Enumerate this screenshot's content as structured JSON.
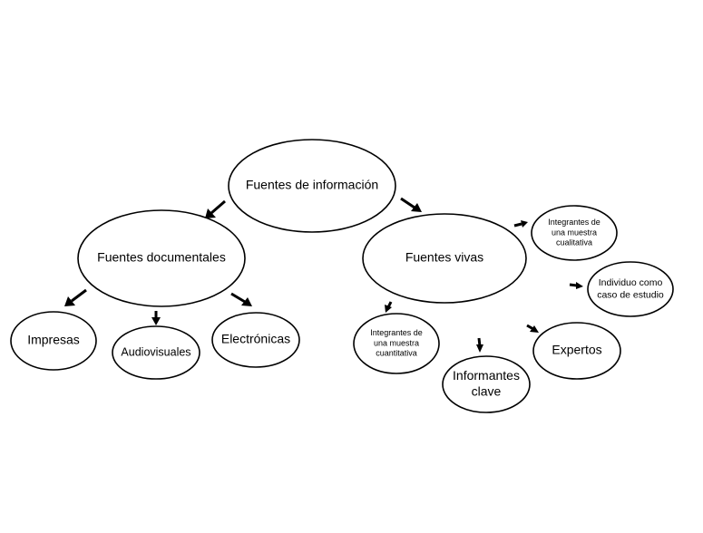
{
  "nodes": {
    "root": {
      "lines": [
        "Fuentes de información"
      ]
    },
    "documentales": {
      "lines": [
        "Fuentes documentales"
      ]
    },
    "vivas": {
      "lines": [
        "Fuentes vivas"
      ]
    },
    "impresas": {
      "lines": [
        "Impresas"
      ]
    },
    "audiovisuales": {
      "lines": [
        "Audiovisuales"
      ]
    },
    "electronicas": {
      "lines": [
        "Electrónicas"
      ]
    },
    "cualitativa": {
      "lines": [
        "Integrantes de",
        "una muestra",
        "cualitativa"
      ]
    },
    "individuo": {
      "lines": [
        "Individuo como",
        "caso de estudio"
      ]
    },
    "cuantitativa": {
      "lines": [
        "Integrantes de",
        "una muestra",
        "cuantitativa"
      ]
    },
    "informantes": {
      "lines": [
        "Informantes",
        "clave"
      ]
    },
    "expertos": {
      "lines": [
        "Expertos"
      ]
    }
  },
  "colors": {
    "stroke": "#000000",
    "fill": "#ffffff",
    "text": "#000000"
  }
}
